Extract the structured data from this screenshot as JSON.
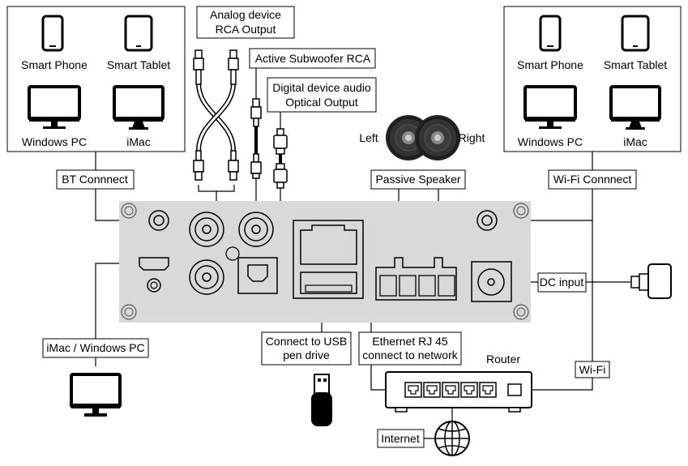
{
  "left_devices": {
    "phone": "Smart Phone",
    "tablet": "Smart Tablet",
    "pc": "Windows PC",
    "imac": "iMac"
  },
  "right_devices": {
    "phone": "Smart Phone",
    "tablet": "Smart Tablet",
    "pc": "Windows PC",
    "imac": "iMac"
  },
  "labels": {
    "analog_line1": "Analog device",
    "analog_line2": "RCA Output",
    "subwoofer": "Active Subwoofer RCA",
    "digital_line1": "Digital device audio",
    "digital_line2": "Optical Output",
    "speaker_left": "Left",
    "speaker_right": "Right",
    "passive_speaker": "Passive Speaker",
    "bt_connect": "BT Connnect",
    "wifi_connect": "Wi-Fi Connnect",
    "dc_input": "DC input",
    "imac_windows": "iMac / Windows PC",
    "usb_line1": "Connect to USB",
    "usb_line2": "pen drive",
    "ethernet_line1": "Ethernet RJ 45",
    "ethernet_line2": "connect to network",
    "router": "Router",
    "wifi": "Wi-Fi",
    "internet": "Internet"
  },
  "colors": {
    "panel": "#d9d9d9",
    "line": "#000000",
    "background": "#ffffff",
    "speaker_dark": "#222222"
  },
  "icons": [
    "smartphone-icon",
    "tablet-icon",
    "monitor-icon",
    "imac-icon",
    "rca-cable-icon",
    "optical-cable-icon",
    "speaker-icon",
    "usb-drive-icon",
    "router-icon",
    "globe-icon",
    "power-adapter-icon"
  ]
}
